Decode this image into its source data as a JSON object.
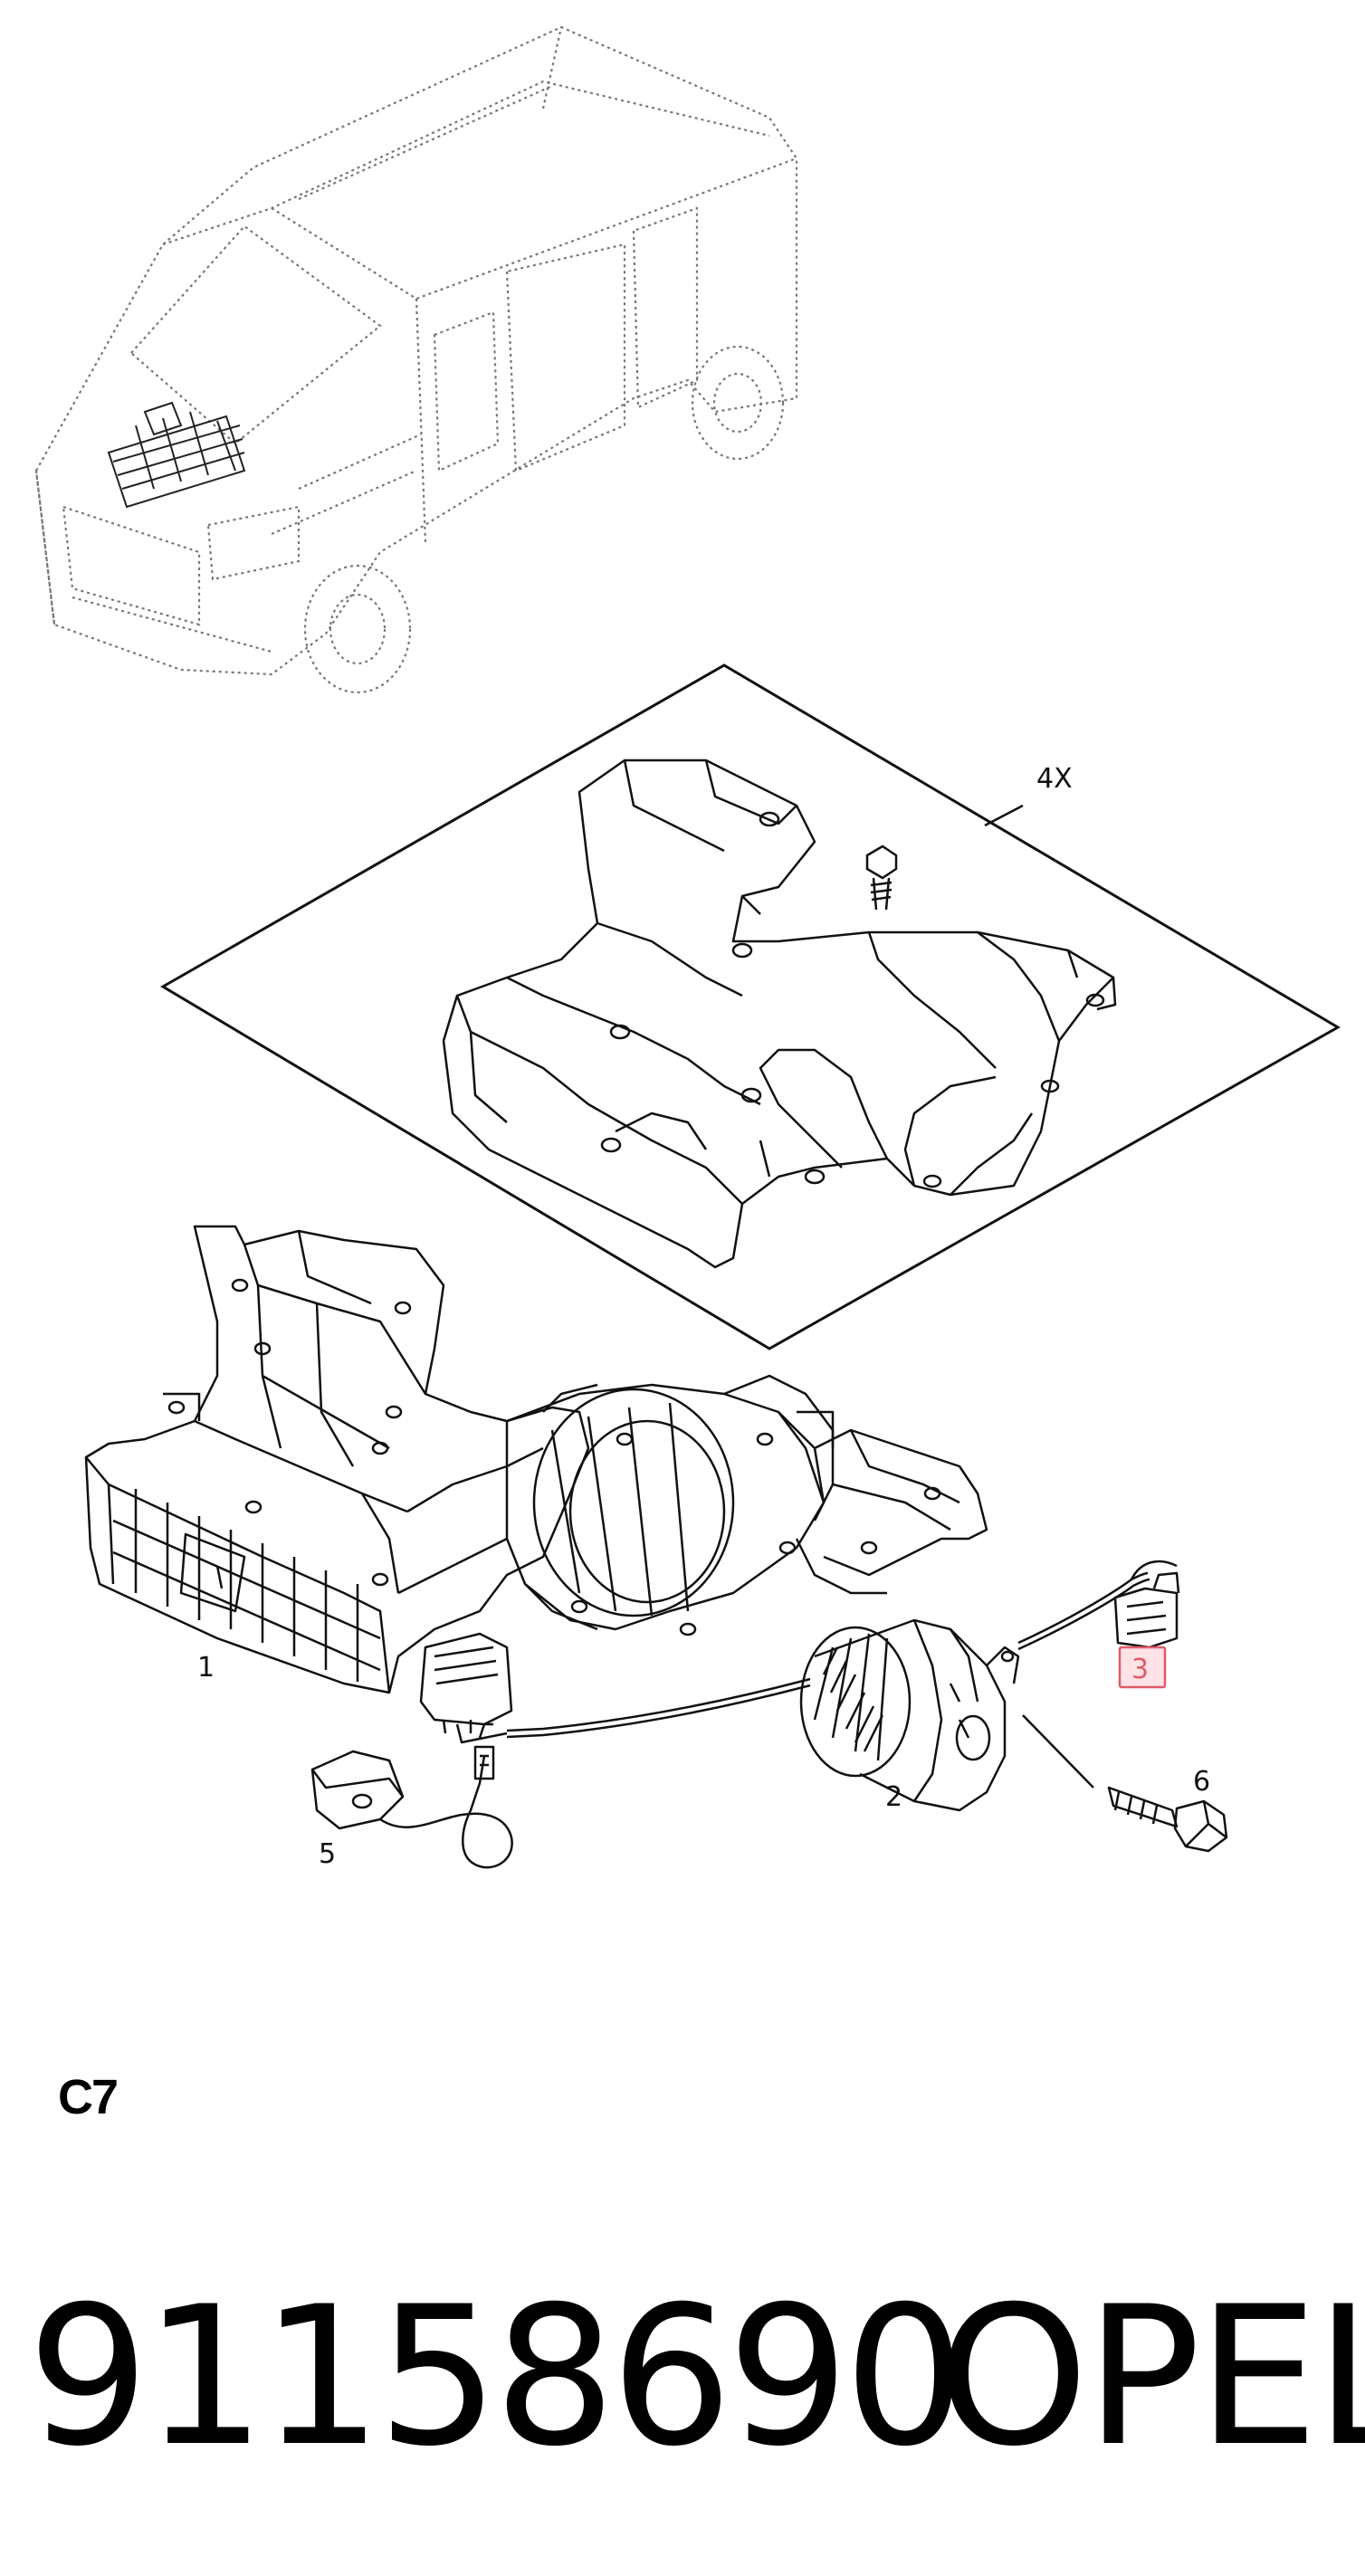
{
  "diagram": {
    "callouts": [
      {
        "id": "1",
        "label": "1"
      },
      {
        "id": "2",
        "label": "2"
      },
      {
        "id": "3",
        "label": "3",
        "highlighted": true
      },
      {
        "id": "4x",
        "label": "4X"
      },
      {
        "id": "5",
        "label": "5"
      },
      {
        "id": "6",
        "label": "6"
      }
    ],
    "highlight_color": "#e05a6a"
  },
  "footer": {
    "section_code": "C7",
    "part_number": "91158690",
    "brand": "OPEL"
  }
}
